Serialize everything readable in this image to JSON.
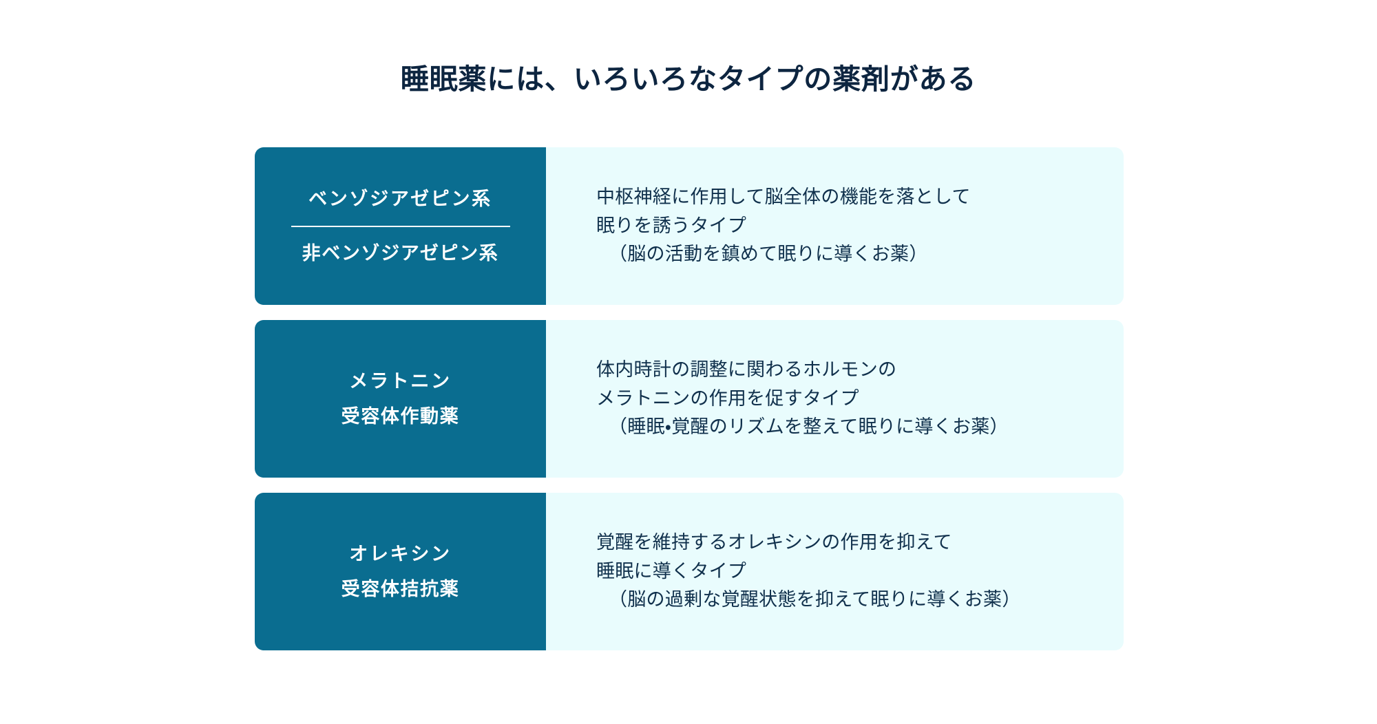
{
  "title": "睡眠薬には、いろいろなタイプの薬剤がある",
  "colors": {
    "background": "#ffffff",
    "title_text": "#0d2540",
    "label_panel": "#0a6d90",
    "label_text": "#ffffff",
    "desc_panel": "#e9fcfd",
    "desc_text": "#10304c",
    "divider": "#ffffff"
  },
  "cards": [
    {
      "labels": [
        "ベンゾジアゼピン系",
        "非ベンゾジアゼピン系"
      ],
      "has_divider": true,
      "description": [
        "中枢神経に作用して脳全体の機能を落として",
        "眠りを誘うタイプ",
        "（脳の活動を鎮めて眠りに導くお薬）"
      ]
    },
    {
      "labels": [
        "メラトニン",
        "受容体作動薬"
      ],
      "has_divider": false,
      "description": [
        "体内時計の調整に関わるホルモンの",
        "メラトニンの作用を促すタイプ",
        "（睡眠・覚醒のリズムを整えて眠りに導くお薬）"
      ]
    },
    {
      "labels": [
        "オレキシン",
        "受容体拮抗薬"
      ],
      "has_divider": false,
      "description": [
        "覚醒を維持するオレキシンの作用を抑えて",
        "睡眠に導くタイプ",
        "（脳の過剰な覚醒状態を抑えて眠りに導くお薬）"
      ]
    }
  ]
}
